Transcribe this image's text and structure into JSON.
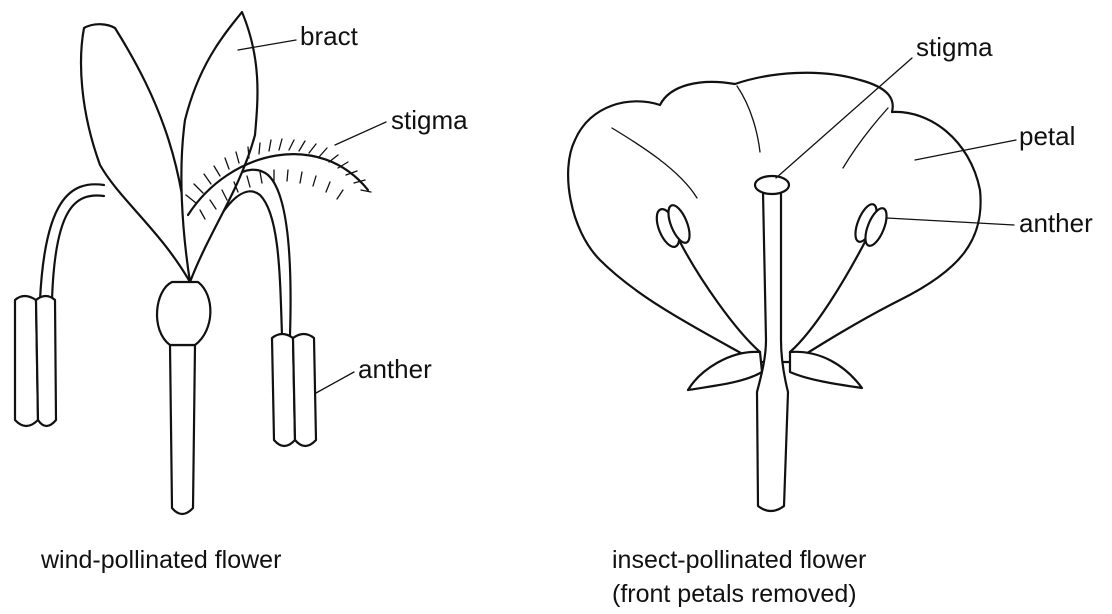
{
  "wind_flower": {
    "labels": {
      "bract": "bract",
      "stigma": "stigma",
      "anther": "anther"
    },
    "caption": "wind-pollinated flower"
  },
  "insect_flower": {
    "labels": {
      "stigma": "stigma",
      "petal": "petal",
      "anther": "anther"
    },
    "caption_line1": "insect-pollinated flower",
    "caption_line2": "(front petals removed)"
  }
}
